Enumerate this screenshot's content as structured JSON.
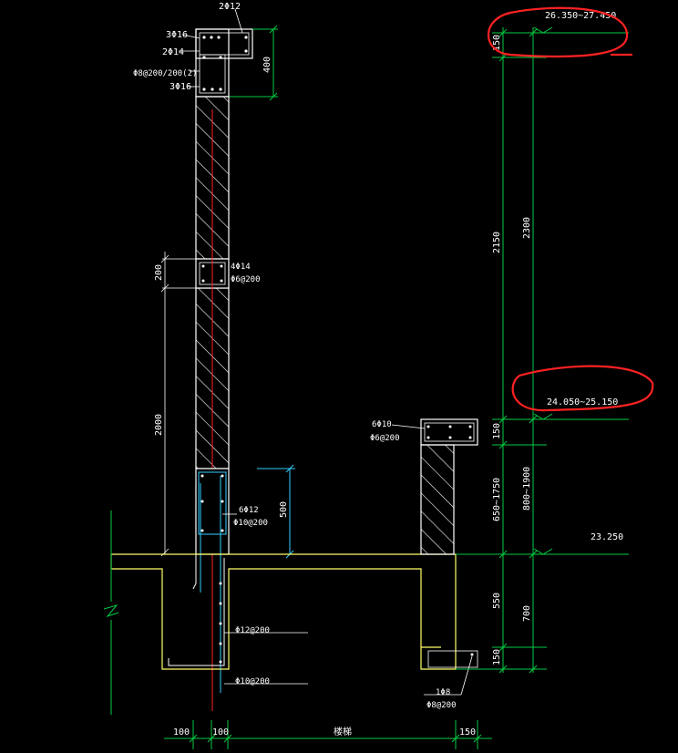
{
  "top_beam": {
    "rebar_top": "2Φ12",
    "rebar_a": "3Φ16",
    "rebar_b": "2Φ14",
    "stirrup": "Φ8@200/200(2)",
    "rebar_c": "3Φ16",
    "height": "400"
  },
  "mid_beam": {
    "rebar": "4Φ14",
    "stirrup": "Φ6@200",
    "dim": "200"
  },
  "wall": {
    "dim_2000": "2000",
    "rebar": "6Φ12",
    "stirrup": "Φ10@200",
    "dim_500": "500"
  },
  "foundation": {
    "rebar_1": "Φ12@200",
    "rebar_2": "Φ10@200"
  },
  "right_beam": {
    "rebar": "6Φ10",
    "stirrup": "Φ6@200"
  },
  "right_bottom": {
    "rebar": "1Φ8",
    "stirrup": "Φ8@200"
  },
  "levels": {
    "top": "26.350~27.450",
    "mid": "24.050~25.150",
    "bottom": "23.250"
  },
  "right_dims": {
    "d150_top": "150",
    "d2150": "2150",
    "d2300": "2300",
    "d150_b": "150",
    "d650_1750": "650~1750",
    "d800_1900": "800~1900",
    "d550": "550",
    "d700": "700",
    "d150_c": "150"
  },
  "bottom_dims": {
    "d100a": "100",
    "d100b": "100",
    "span": "楼梯",
    "d150": "150"
  },
  "colors": {
    "outline": "#ffff66",
    "dim": "#00cc44",
    "red": "#ff2222",
    "cyan": "#33ccff",
    "white": "#ffffff"
  }
}
